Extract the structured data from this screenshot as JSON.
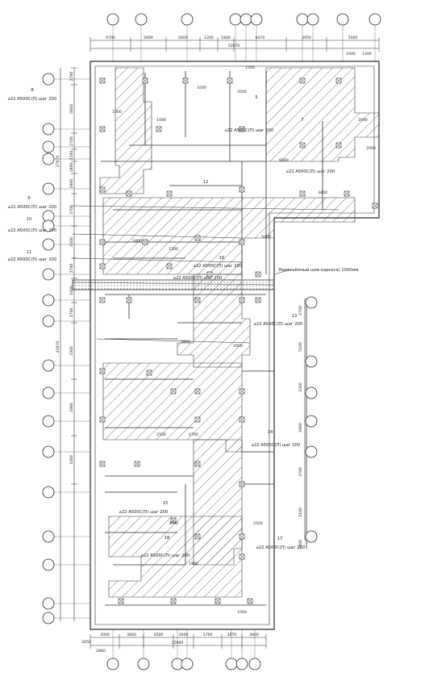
{
  "drawing": {
    "ink_color": "#2a2a2a",
    "hatch_color": "#444444",
    "paper_color": "#ffffff",
    "dims_top": [
      "9700",
      "5600",
      "5600",
      "1200",
      "1800",
      "6470",
      "3950",
      "5000"
    ],
    "dims_top_overall": "52670",
    "dims_top_right": [
      "1000",
      "1200"
    ],
    "dims_bottom": [
      "3000",
      "3600",
      "4500",
      "3000",
      "3700",
      "3670",
      "3600"
    ],
    "dims_bottom_overall": "25960",
    "dims_bottom_left": [
      "2050",
      "2860"
    ],
    "dims_left": [
      "2700",
      "6600",
      "2700",
      "2100",
      "1800",
      "2900",
      "3700",
      "3300",
      "2700",
      "3300",
      "2700",
      "3300",
      "2900",
      "3300"
    ],
    "dims_left_overall": [
      "37970",
      "41970"
    ],
    "dims_right_col": [
      "2700",
      "5100",
      "3300",
      "2900",
      "3700",
      "2100",
      "2400"
    ],
    "dims_misc": [
      "1000",
      "1000",
      "1000",
      "3500",
      "1500",
      "2000",
      "2500",
      "6000",
      "3400",
      "5000",
      "1800",
      "1500",
      "3800",
      "2000",
      "2500",
      "6700",
      "3700",
      "1800",
      "2500",
      "1000"
    ],
    "marks": [
      "8",
      "7",
      "12",
      "9",
      "10",
      "11",
      "16",
      "13",
      "14",
      "15",
      "18",
      "17",
      "5"
    ],
    "rebar_notes": [
      "⌀22 A500С(П) шаг 200",
      "⌀22 A500С(П) шаг 200",
      "⌀22 A500С(П) шаг 200",
      "⌀22 A500С(П) шаг 200",
      "⌀22 A500С(П) шаг 200",
      "⌀22 A500С(П) шаг 200",
      "⌀22 A500С(П) шаг 200",
      "⌀22 A500С(П) шаг 200",
      "⌀22 A500С(П) шаг 200",
      "⌀22 A500С(П) шаг 200",
      "⌀22 A500С(П) шаг 200",
      "⌀22 A500С(П) шаг 200",
      "⌀22 A500С(П) шаг 200"
    ],
    "beam_note": "Неразъёмный шов каркаса) 1000мм"
  }
}
